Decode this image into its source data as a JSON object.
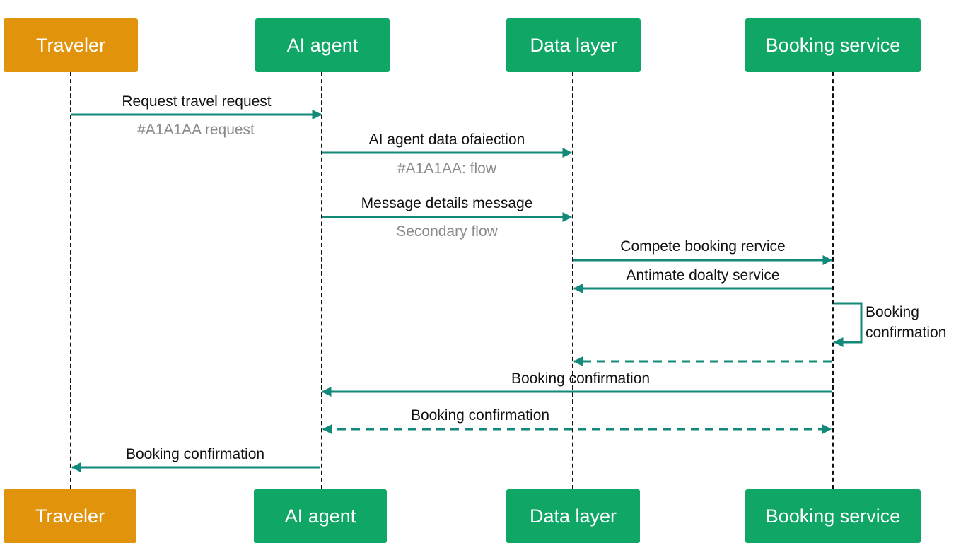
{
  "participants": {
    "traveler": "Traveler",
    "ai_agent": "AI agent",
    "data_layer": "Data layer",
    "booking_service": "Booking service"
  },
  "messages": {
    "m1": "Request  travel request",
    "m1_sub": "#A1A1AA request",
    "m2": "AI agent data ofaiection",
    "m2_sub": "#A1A1AA: flow",
    "m3": "Message details message",
    "m3_sub": "Secondary flow",
    "m4": "Compete booking rervice",
    "m5": "Antimate doalty service",
    "self_line1": "Booking",
    "self_line2": "confirmation",
    "m7": "Booking confirmation",
    "m8": "Booking confirmation",
    "m9": "Booking confirmation"
  },
  "colors": {
    "actor_orange": "#e0930b",
    "participant_green": "#10a766",
    "arrow_teal": "#13897a"
  }
}
